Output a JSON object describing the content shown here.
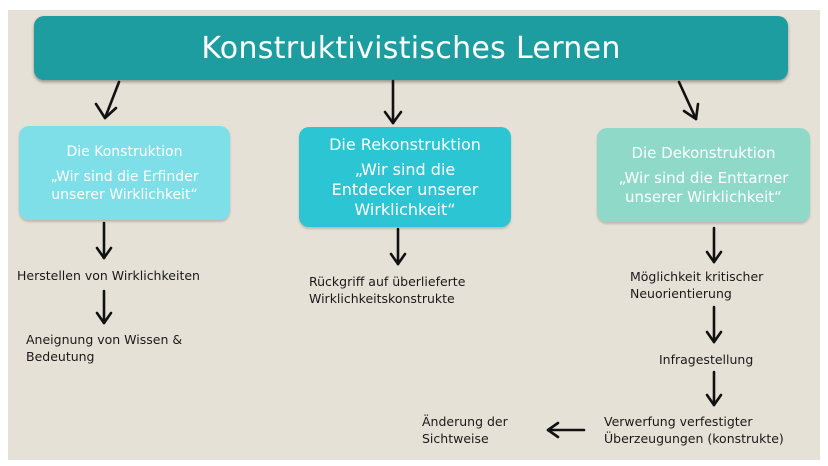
{
  "title": "Konstruktivistisches Lernen",
  "columns": [
    {
      "heading": "Die Konstruktion",
      "quote": "„Wir sind die Erfinder\nunserer Wirklichkeit“",
      "steps": [
        "Herstellen von Wirklichkeiten",
        "Aneignung von Wissen &\nBedeutung"
      ]
    },
    {
      "heading": "Die Rekonstruktion",
      "quote": "„Wir sind die\nEntdecker unserer\nWirklichkeit“",
      "steps": [
        "Rückgriff auf überlieferte\nWirklichkeitskonstrukte"
      ]
    },
    {
      "heading": "Die Dekonstruktion",
      "quote": "„Wir sind die Enttarner\nunserer Wirklichkeit“",
      "steps": [
        "Möglichkeit kritischer\nNeuorientierung",
        "Infragestellung",
        "Verwerfung verfestigter\nÜberzeugungen (konstrukte)"
      ]
    }
  ],
  "outcome": "Änderung der\nSichtweise",
  "colors": {
    "title_bar": "#1e9da0",
    "konstruktion_box": "#7fdfe9",
    "rekonstruktion_box": "#2bc5d3",
    "dekonstruktion_box": "#8fd9c9",
    "background": "#e6e1d6"
  }
}
